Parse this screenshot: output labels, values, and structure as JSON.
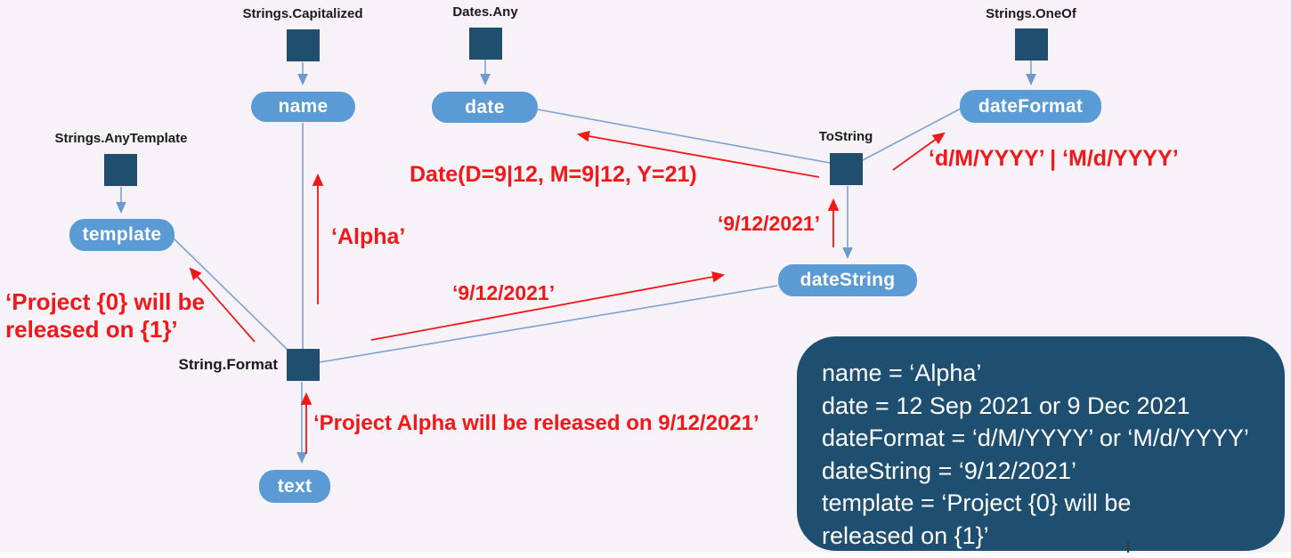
{
  "colors": {
    "background": "#f7f1f8",
    "node_fill": "#5b9bd5",
    "square_fill": "#1f4e6e",
    "edge_blue": "#7ba3d6",
    "annotation_red": "#f01818",
    "info_box_fill": "#1e4e70",
    "node_text": "#ffffff",
    "label_text": "#1b1b1b"
  },
  "generators": {
    "strings_capitalized": "Strings.Capitalized",
    "dates_any": "Dates.Any",
    "strings_oneof": "Strings.OneOf",
    "strings_anytemplate": "Strings.AnyTemplate",
    "tostring": "ToString",
    "string_format": "String.Format"
  },
  "variables": {
    "name": "name",
    "date": "date",
    "dateFormat": "dateFormat",
    "template": "template",
    "dateString": "dateString",
    "text": "text"
  },
  "annotations": {
    "date_constraint": "Date(D=9|12, M=9|12, Y=21)",
    "dateformat_values": "‘d/M/YYYY’ | ‘M/d/YYYY’",
    "datestring_value_near_tostring": "‘9/12/2021’",
    "name_value": "‘Alpha’",
    "template_value_line1": "‘Project {0} will be",
    "template_value_line2": "released on {1}’",
    "datestring_value_mid": "‘9/12/2021’",
    "text_value": "‘Project Alpha will be released on 9/12/2021’"
  },
  "info_box": {
    "lines": [
      "name = ‘Alpha’",
      "date = 12 Sep 2021 or 9 Dec 2021",
      "dateFormat = ‘d/M/YYYY’ or ‘M/d/YYYY’",
      "dateString = ‘9/12/2021’",
      "template = ‘Project {0} will be",
      "released on {1}’"
    ]
  }
}
